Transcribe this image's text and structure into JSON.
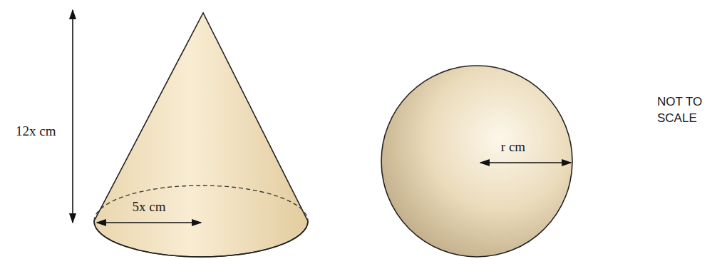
{
  "diagram": {
    "labels": [
      "12x cm",
      "5x cm",
      "r cm",
      "NOT TO SCALE"
    ]
  }
}
